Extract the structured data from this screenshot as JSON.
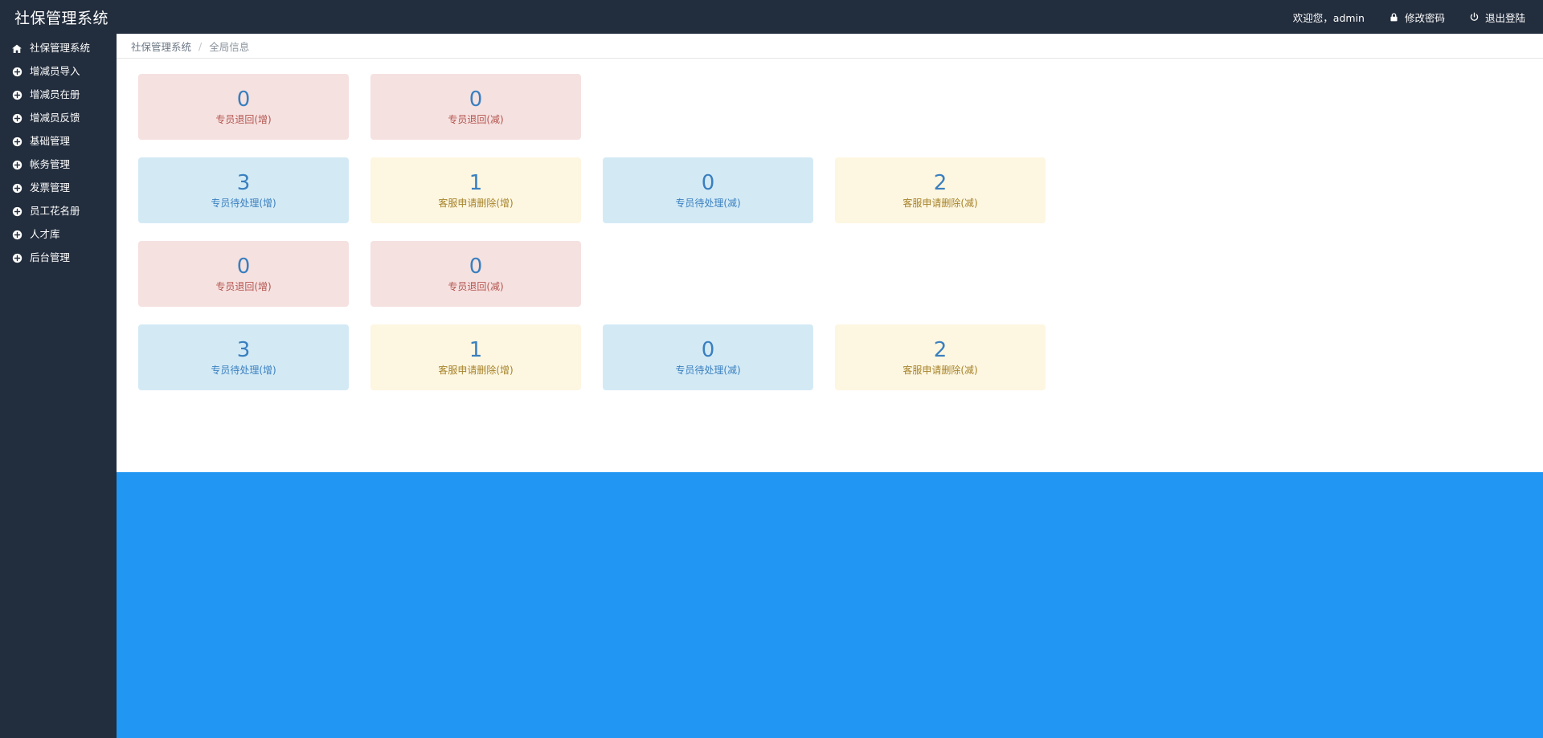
{
  "header": {
    "brand": "社保管理系统",
    "welcome": "欢迎您，admin",
    "change_password": "修改密码",
    "logout": "退出登陆",
    "bg_color": "#222d3d"
  },
  "sidebar": {
    "bg_color": "#222d3d",
    "items": [
      {
        "label": "社保管理系统",
        "icon": "home-icon",
        "active": true
      },
      {
        "label": "增减员导入",
        "icon": "plus-circle-icon",
        "active": false
      },
      {
        "label": "增减员在册",
        "icon": "plus-circle-icon",
        "active": false
      },
      {
        "label": "增减员反馈",
        "icon": "plus-circle-icon",
        "active": false
      },
      {
        "label": "基础管理",
        "icon": "plus-circle-icon",
        "active": false
      },
      {
        "label": "帐务管理",
        "icon": "plus-circle-icon",
        "active": false
      },
      {
        "label": "发票管理",
        "icon": "plus-circle-icon",
        "active": false
      },
      {
        "label": "员工花名册",
        "icon": "plus-circle-icon",
        "active": false
      },
      {
        "label": "人才库",
        "icon": "plus-circle-icon",
        "active": false
      },
      {
        "label": "后台管理",
        "icon": "plus-circle-icon",
        "active": false
      }
    ]
  },
  "breadcrumb": {
    "root": "社保管理系统",
    "separator": "/",
    "current": "全局信息"
  },
  "dashboard": {
    "rows": [
      {
        "cards": [
          {
            "value": "0",
            "label": "专员退回(增)",
            "style": "pink"
          },
          {
            "value": "0",
            "label": "专员退回(减)",
            "style": "pink"
          }
        ]
      },
      {
        "cards": [
          {
            "value": "3",
            "label": "专员待处理(增)",
            "style": "blue"
          },
          {
            "value": "1",
            "label": "客服申请删除(增)",
            "style": "yellow"
          },
          {
            "value": "0",
            "label": "专员待处理(减)",
            "style": "blue"
          },
          {
            "value": "2",
            "label": "客服申请删除(减)",
            "style": "yellow"
          }
        ]
      },
      {
        "cards": [
          {
            "value": "0",
            "label": "专员退回(增)",
            "style": "pink"
          },
          {
            "value": "0",
            "label": "专员退回(减)",
            "style": "pink"
          }
        ]
      },
      {
        "cards": [
          {
            "value": "3",
            "label": "专员待处理(增)",
            "style": "blue"
          },
          {
            "value": "1",
            "label": "客服申请删除(增)",
            "style": "yellow"
          },
          {
            "value": "0",
            "label": "专员待处理(减)",
            "style": "blue"
          },
          {
            "value": "2",
            "label": "客服申请删除(减)",
            "style": "yellow"
          }
        ]
      }
    ],
    "colors": {
      "pink_bg": "#f5e1e0",
      "pink_text": "#b5554f",
      "blue_bg": "#d3eaf5",
      "blue_text": "#3a7fbf",
      "yellow_bg": "#fdf6e0",
      "yellow_text": "#a6832a",
      "value_text": "#3a7fbf",
      "bottom_panel": "#2196f3"
    }
  }
}
